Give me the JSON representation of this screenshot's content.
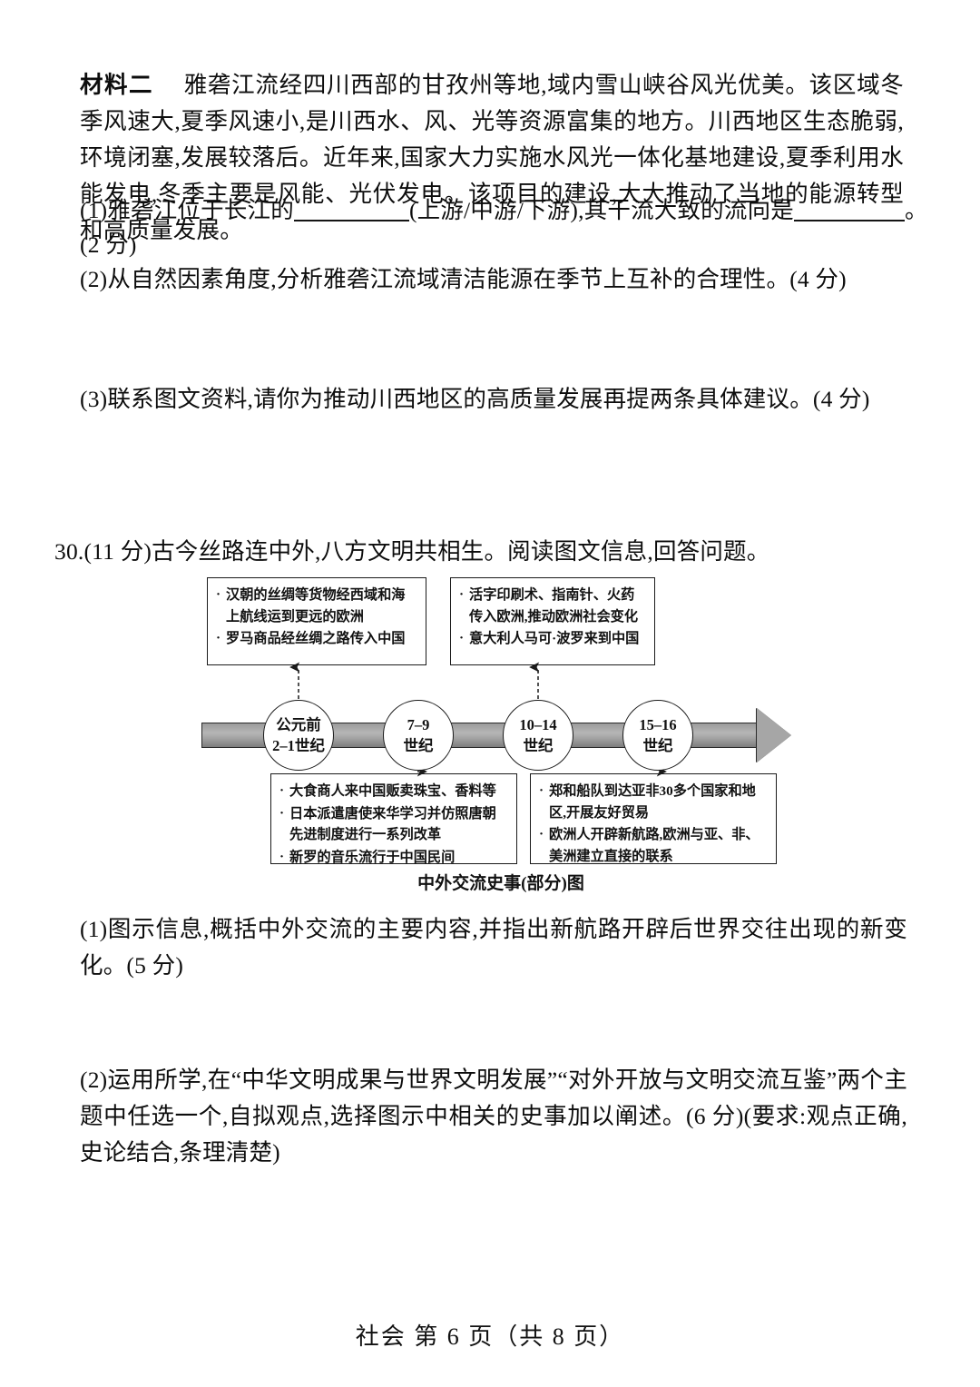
{
  "material2": {
    "label": "材料二",
    "text": "雅砻江流经四川西部的甘孜州等地,域内雪山峡谷风光优美。该区域冬季风速大,夏季风速小,是川西水、风、光等资源富集的地方。川西地区生态脆弱,环境闭塞,发展较落后。近年来,国家大力实施水风光一体化基地建设,夏季利用水能发电,冬季主要是风能、光伏发电。该项目的建设,大大推动了当地的能源转型和高质量发展。"
  },
  "material2_questions": {
    "q1_part1": "(1)雅砻江位于长江的",
    "q1_part2": "(上游/中游/下游),其干流大致的流向是",
    "q1_part3": "。",
    "q1_score": "(2 分)",
    "q2": "(2)从自然因素角度,分析雅砻江流域清洁能源在季节上互补的合理性。(4 分)",
    "q3": "(3)联系图文资料,请你为推动川西地区的高质量发展再提两条具体建议。(4 分)"
  },
  "question30": {
    "heading": "30.(11 分)古今丝路连中外,八方文明共相生。阅读图文信息,回答问题。",
    "figure": {
      "caption": "中外交流史事(部分)图",
      "circles": [
        {
          "line1": "公元前",
          "line2": "2–1世纪"
        },
        {
          "line1": "7–9",
          "line2": "世纪"
        },
        {
          "line1": "10–14",
          "line2": "世纪"
        },
        {
          "line1": "15–16",
          "line2": "世纪"
        }
      ],
      "box_top_left": [
        "汉朝的丝绸等货物经西域和海上航线运到更远的欧洲",
        "罗马商品经丝绸之路传入中国"
      ],
      "box_top_right": [
        "活字印刷术、指南针、火药传入欧洲,推动欧洲社会变化",
        "意大利人马可·波罗来到中国"
      ],
      "box_bottom_left": [
        "大食商人来中国贩卖珠宝、香料等",
        "日本派遣唐使来华学习并仿照唐朝先进制度进行一系列改革",
        "新罗的音乐流行于中国民间"
      ],
      "box_bottom_right": [
        "郑和船队到达亚非30多个国家和地区,开展友好贸易",
        "欧洲人开辟新航路,欧洲与亚、非、美洲建立直接的联系"
      ]
    },
    "q1": "(1)图示信息,概括中外交流的主要内容,并指出新航路开辟后世界交往出现的新变化。(5 分)",
    "q2": "(2)运用所学,在“中华文明成果与世界文明发展”“对外开放与文明交流互鉴”两个主题中任选一个,自拟观点,选择图示中相关的史事加以阐述。(6 分)(要求:观点正确,史论结合,条理清楚)"
  },
  "footer": {
    "text": "社会  第 6 页（共 8 页）"
  },
  "colors": {
    "ink": "#0d0d0d",
    "rule": "#1a1a1a",
    "arrow_fill": "#a6a6a6"
  }
}
